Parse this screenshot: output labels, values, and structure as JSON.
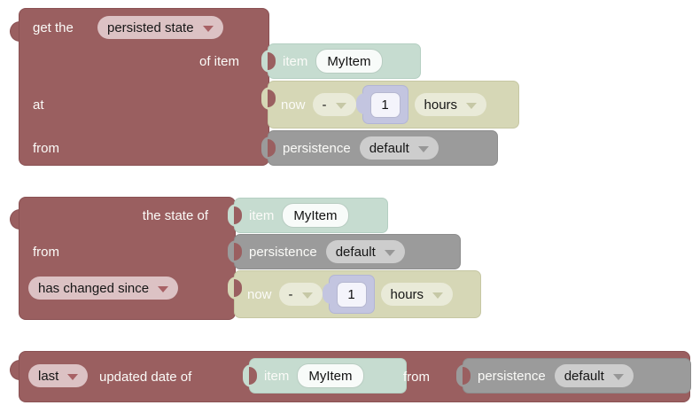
{
  "palette": {
    "block_maroon": "#9a5f60",
    "block_teal": "#c6dcd0",
    "block_olive": "#d6d7b6",
    "block_gray": "#9b9b9b",
    "block_lavender": "#c3c5e0",
    "dropdown_pink": "#dcc2c4",
    "dropdown_olive": "#e9ead8",
    "dropdown_gray": "#cdcdcd",
    "field_white": "#f8fbf9",
    "workspace_bg": "#ffffff"
  },
  "blocks": {
    "get_persisted": {
      "prefix": "get the",
      "method": "persisted state",
      "of_item": "of item",
      "at": "at",
      "from": "from"
    },
    "state_check": {
      "the_state_of": "the state of",
      "from": "from",
      "condition": "has changed since"
    },
    "updated_date": {
      "method": "last",
      "label": "updated date of",
      "from": "from"
    },
    "item": {
      "label": "item",
      "value": "MyItem"
    },
    "time": {
      "label": "now",
      "operator": "-",
      "amount": "1",
      "unit": "hours"
    },
    "persistence": {
      "label": "persistence",
      "service": "default"
    }
  }
}
